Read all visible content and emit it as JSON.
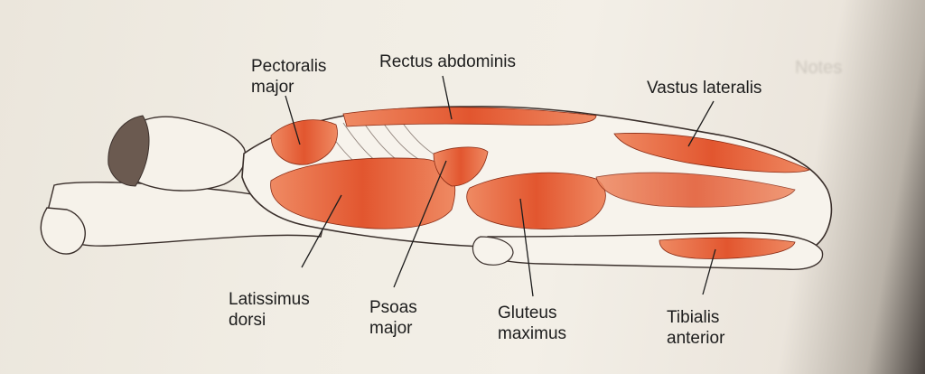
{
  "labels": {
    "pectoralis_major_line1": "Pectoralis",
    "pectoralis_major_line2": "major",
    "rectus_abdominis": "Rectus abdominis",
    "vastus_lateralis": "Vastus lateralis",
    "latissimus_dorsi_line1": "Latissimus",
    "latissimus_dorsi_line2": "dorsi",
    "psoas_major_line1": "Psoas",
    "psoas_major_line2": "major",
    "gluteus_maximus_line1": "Gluteus",
    "gluteus_maximus_line2": "maximus",
    "tibialis_anterior_line1": "Tibialis",
    "tibialis_anterior_line2": "anterior"
  },
  "background_text": {
    "notes": "Notes"
  },
  "colors": {
    "paper": "#f1ede4",
    "muscle": "#e2562f",
    "muscle_light": "#ef8a63",
    "outline": "#3a2f2b",
    "label_text": "#1d1d1d"
  }
}
